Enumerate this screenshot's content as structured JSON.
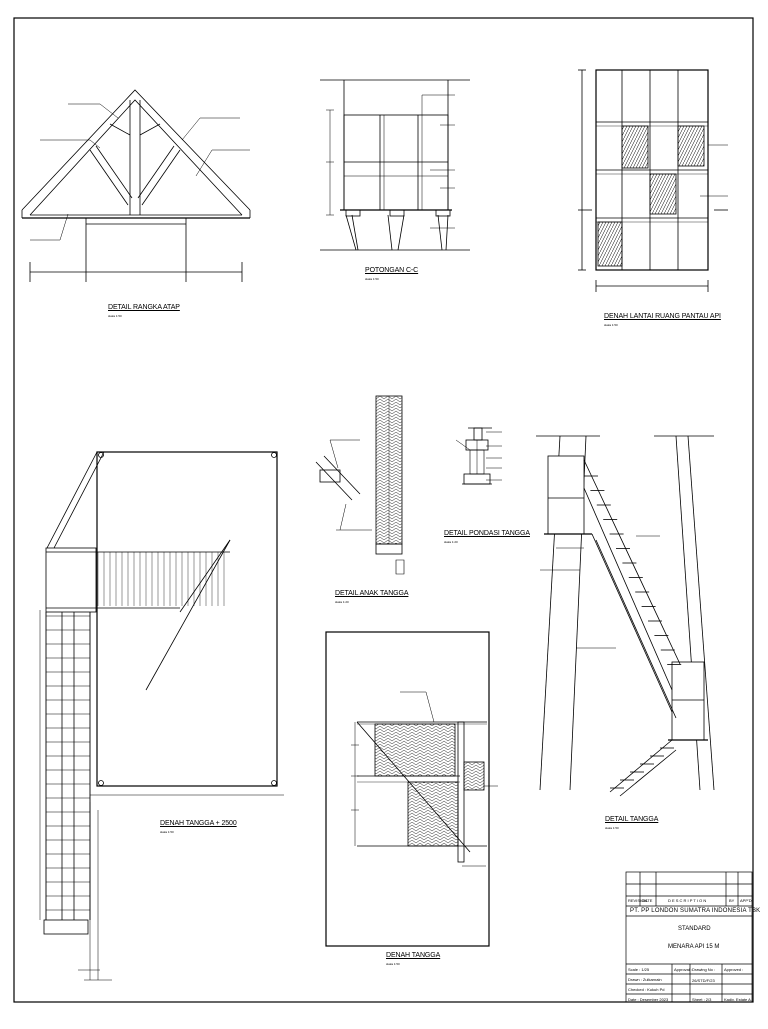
{
  "drawings": [
    {
      "id": "roof",
      "title": "DETAIL RANGKA ATAP",
      "scale": "skala 1:50"
    },
    {
      "id": "section",
      "title": "POTONGAN C-C",
      "scale": "skala 1:50"
    },
    {
      "id": "plan",
      "title": "DENAH LANTAI RUANG PANTAU API",
      "scale": "skala 1:50"
    },
    {
      "id": "stair_plan_2500",
      "title": "DENAH TANGGA + 2500",
      "scale": "skala 1:50"
    },
    {
      "id": "step_detail",
      "title": "DETAIL ANAK TANGGA",
      "scale": "skala 1:20"
    },
    {
      "id": "foundation",
      "title": "DETAIL PONDASI TANGGA",
      "scale": "skala 1:20"
    },
    {
      "id": "stair_plan",
      "title": "DENAH TANGGA",
      "scale": "skala 1:50"
    },
    {
      "id": "stair_detail",
      "title": "DETAIL TANGGA",
      "scale": "skala 1:50"
    }
  ],
  "title_block": {
    "header": {
      "revision": "REVISION",
      "date": "DATE",
      "description": "D E S C R I P T I O N",
      "by": "BY",
      "appd": "APP'D"
    },
    "company": "PT. PP LONDON SUMATRA INDONESIA TBK",
    "subtitle": "STANDARD",
    "project": "MENARA API 15 M",
    "scale": "Scale : 1/25",
    "drawn": "Drawn : Zulkarnain",
    "checked": "Checked : Kukuh Pd",
    "date": "Date : Desember 2023",
    "approved_by": "Approved :",
    "drawing_no_label": "Drawing No :",
    "drawing_no": "26/STD/F/23",
    "sheet": "Sheet : 2/3",
    "approval": "Approval :",
    "signature": "Kadiv. Estate A."
  }
}
